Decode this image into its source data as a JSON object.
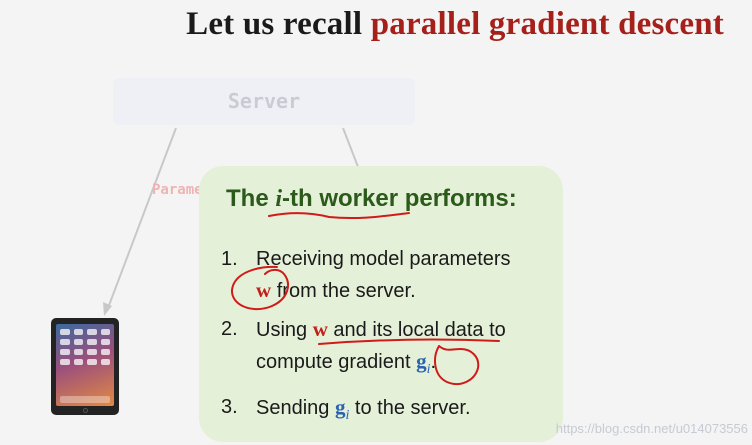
{
  "title": {
    "prefix": "Let us recall ",
    "accent": "parallel gradient descent"
  },
  "server": {
    "label": "Server"
  },
  "arrow_label": "Parameters",
  "card": {
    "title_before": "The ",
    "title_italic": "i",
    "title_after": "-th worker performs:",
    "steps": [
      {
        "num": "1.",
        "line1": "Receiving model parameters",
        "var": "w",
        "after": " from the server."
      },
      {
        "num": "2.",
        "before": "Using ",
        "var": "w",
        "mid": " and its local data to",
        "line2": "compute gradient ",
        "grad": "g",
        "grad_sub": "i",
        "end": "."
      },
      {
        "num": "3.",
        "before": "Sending ",
        "grad": "g",
        "grad_sub": "i",
        "after": " to the server."
      }
    ]
  },
  "watermark": "https://blog.csdn.net/u014073556",
  "colors": {
    "title_accent": "#a5201b",
    "card_bg": "#e5f0d9",
    "card_title": "#2b5a1a",
    "var_red": "#c0201a",
    "grad_blue": "#2b63b0",
    "ink": "#d11a1a"
  }
}
